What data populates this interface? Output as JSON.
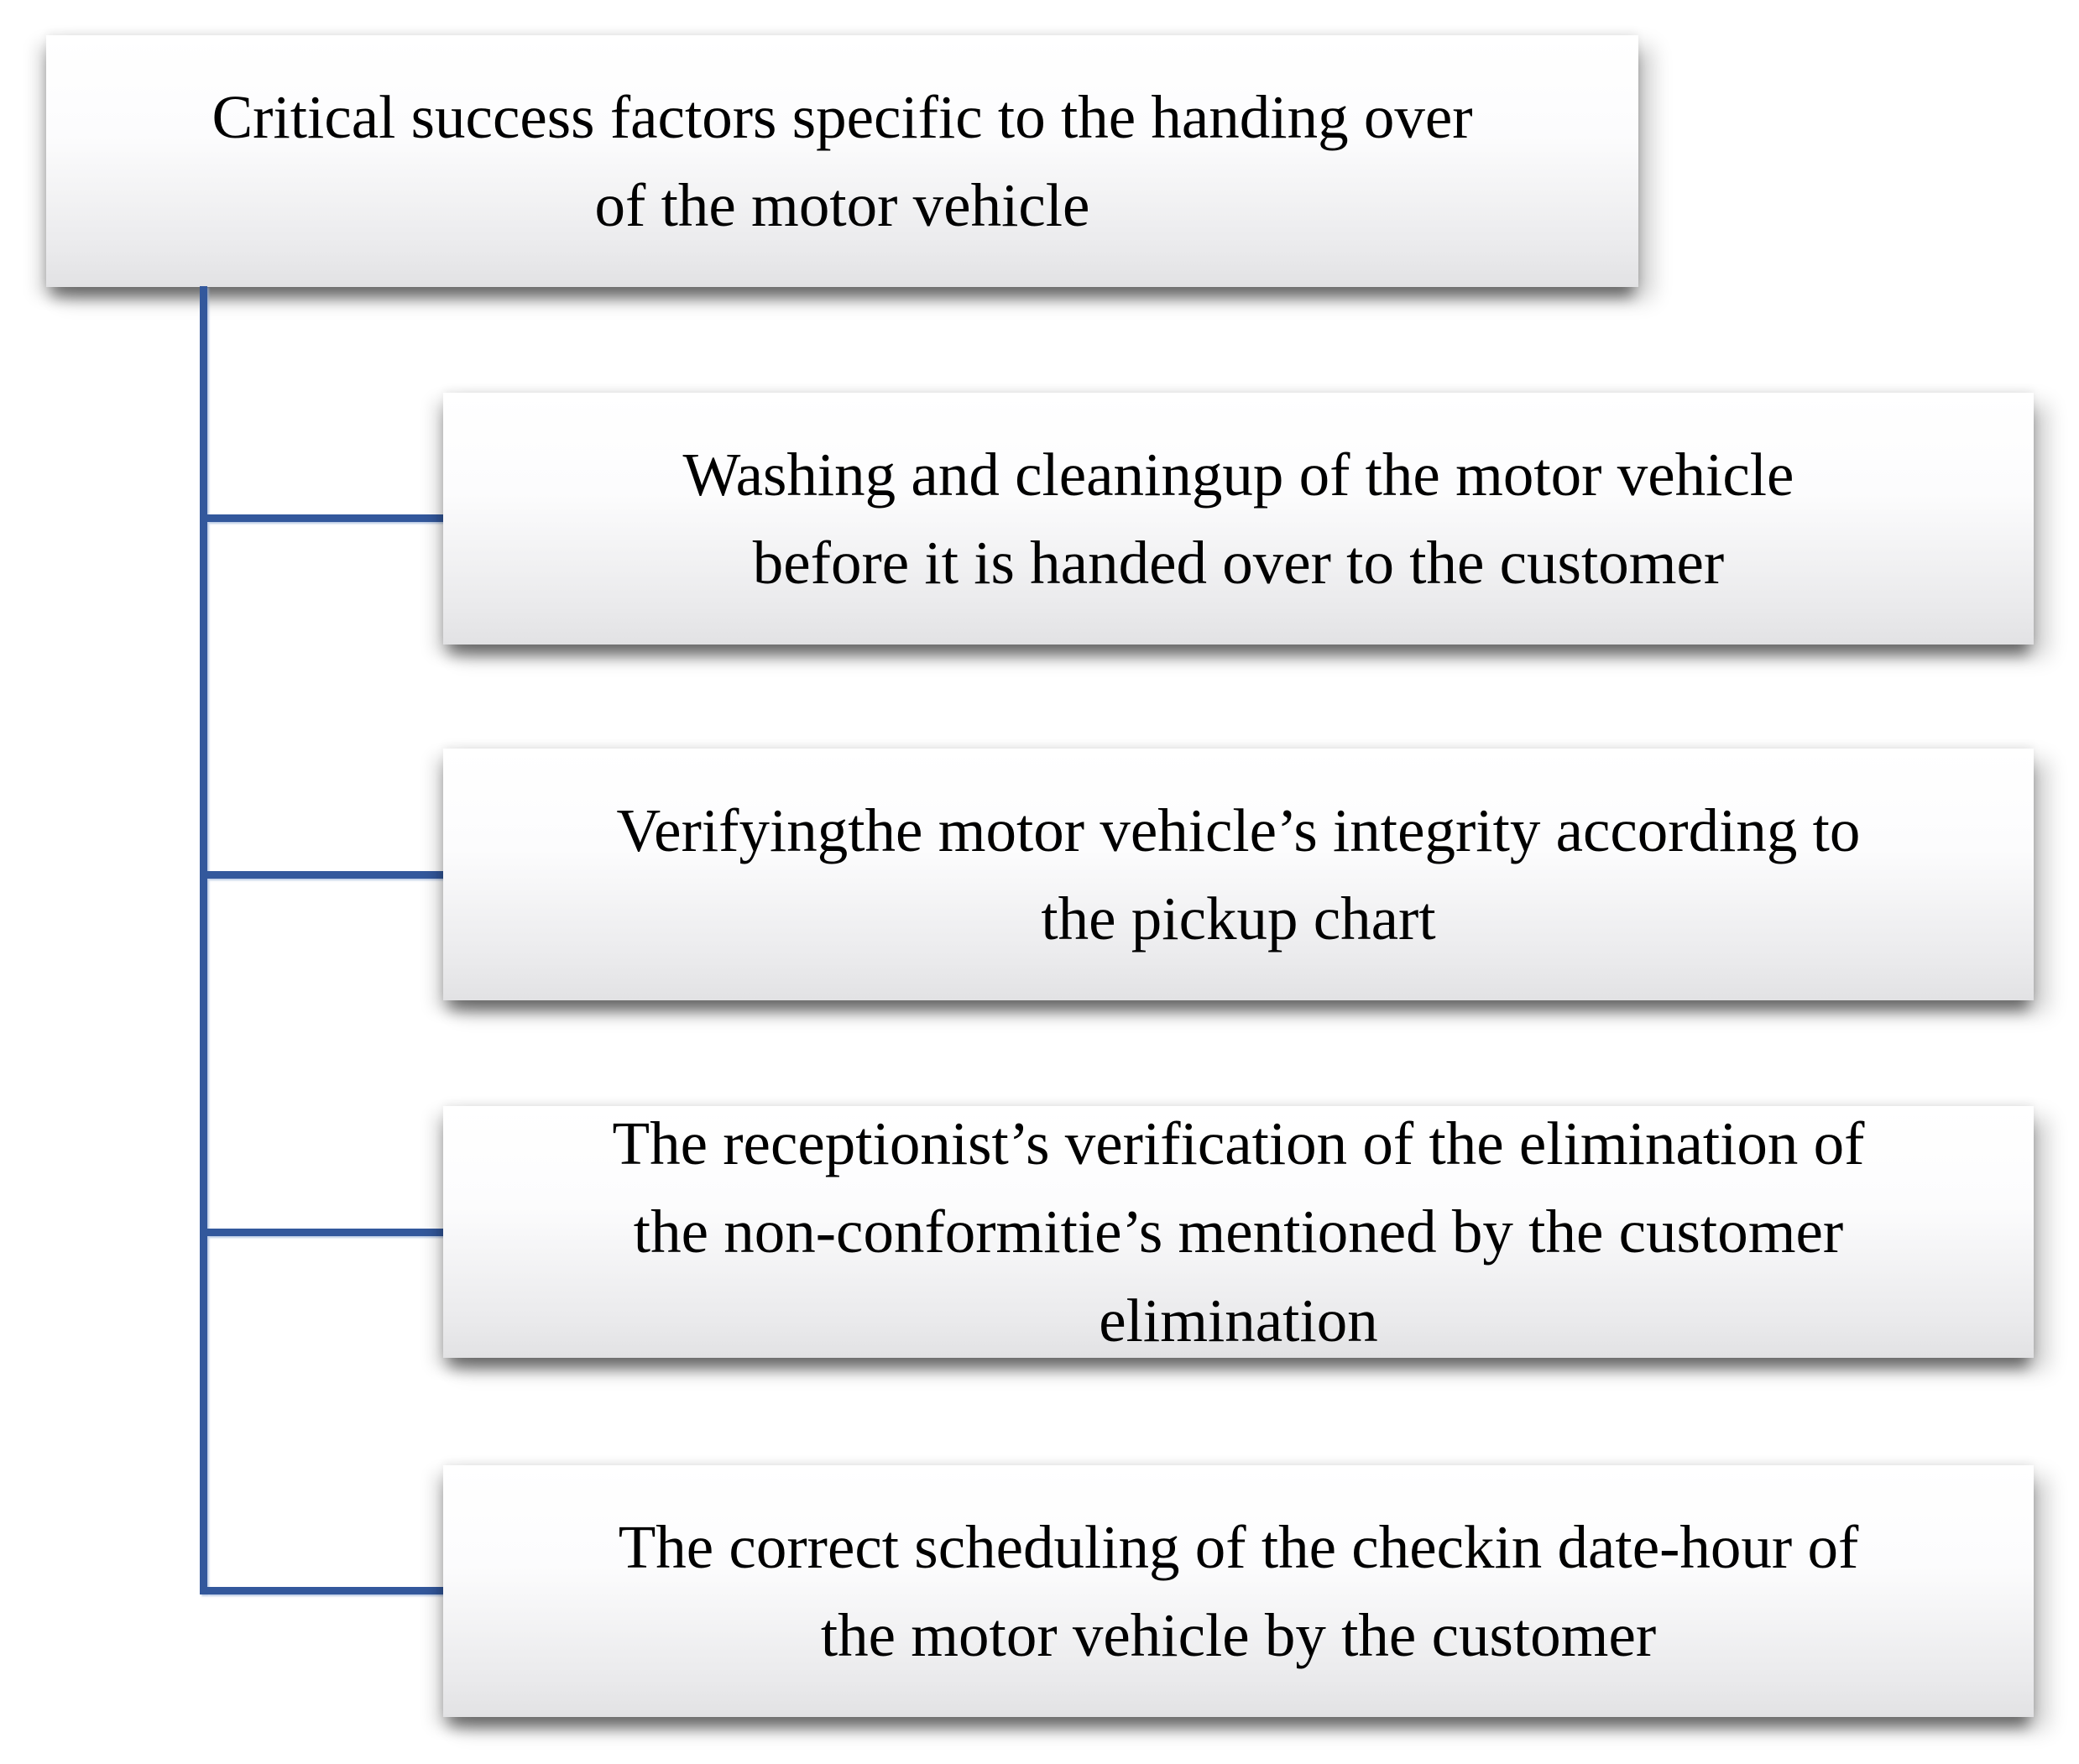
{
  "diagram": {
    "type": "hierarchy-flowchart",
    "colors": {
      "connector_blue": "#33589C",
      "box_gradient_top": "#ffffff",
      "box_gradient_bottom": "#e2e2e4",
      "text": "#000000",
      "background": "#ffffff"
    },
    "root": {
      "id": "root",
      "lines": [
        "Critical success factors specific to the handing over",
        "of the motor vehicle"
      ]
    },
    "children": [
      {
        "id": "washing",
        "lines": [
          "Washing and cleaningup of the motor vehicle",
          "before it is handed over to the customer"
        ]
      },
      {
        "id": "verifying",
        "lines": [
          "Verifyingthe motor vehicle’s integrity according to",
          "the pickup chart"
        ]
      },
      {
        "id": "receptionist-verification",
        "lines": [
          "The receptionist’s verification of the elimination of",
          "the non-conformitie’s mentioned by the customer",
          "elimination"
        ]
      },
      {
        "id": "scheduling",
        "lines": [
          "The correct scheduling of the checkin date-hour of",
          "the motor vehicle by the customer"
        ]
      }
    ]
  }
}
